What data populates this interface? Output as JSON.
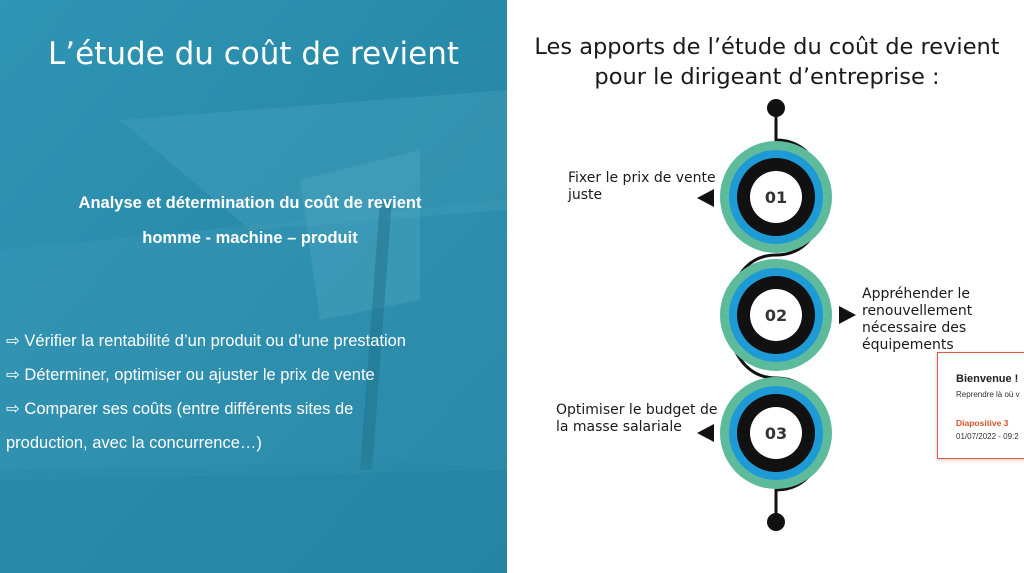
{
  "left_panel": {
    "title": "L’étude du coût de revient",
    "subtitle_line1": "Analyse et détermination du coût de revient",
    "subtitle_line2": "homme - machine – produit",
    "bullets": [
      "⇨ Vérifier la rentabilité d’un produit ou d’une prestation",
      "⇨ Déterminer, optimiser ou ajuster le prix de vente",
      "⇨ Comparer ses coûts (entre différents sites de",
      "production, avec la concurrence…)"
    ],
    "background_color": "#2b8fae"
  },
  "right_panel": {
    "title_line1": "Les apports de l’étude du coût de revient",
    "title_line2": "pour le dirigeant d’entreprise :",
    "steps": [
      {
        "number": "01",
        "label": "Fixer le prix de vente juste"
      },
      {
        "number": "02",
        "label": "Appréhender le renouvellement nécessaire des équipements"
      },
      {
        "number": "03",
        "label": "Optimiser le budget de la masse salariale"
      }
    ],
    "colors": {
      "outer_ring": "#5dbb9b",
      "middle_ring": "#1e9ad6",
      "inner_ring": "#111111",
      "center": "#ffffff",
      "line": "#111111"
    }
  },
  "popup": {
    "title": "Bienvenue !",
    "subtitle": "Reprendre là où v",
    "slide": "Diapositive 3",
    "date": "01/07/2022 - 09:2",
    "accent_color": "#d9542b"
  }
}
